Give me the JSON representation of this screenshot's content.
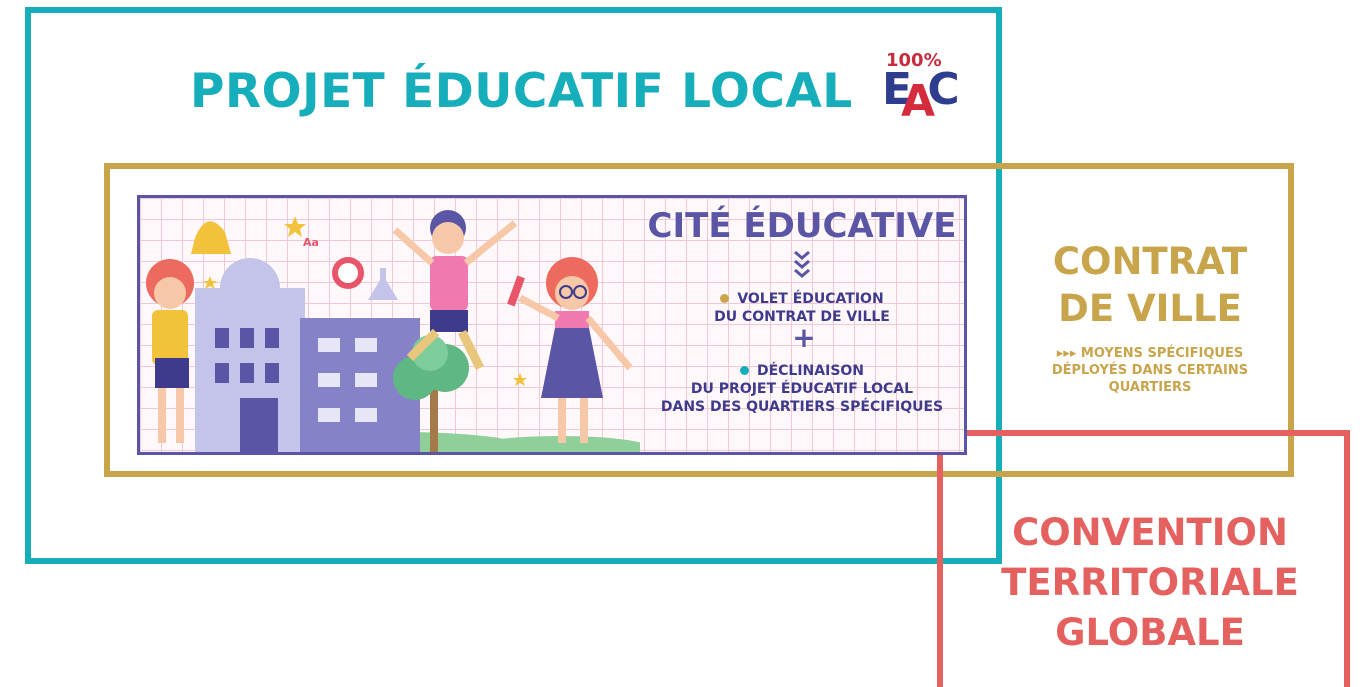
{
  "projet_educatif_local": {
    "title": "PROJET ÉDUCATIF LOCAL",
    "color": "#17aebc"
  },
  "logo": {
    "percent": "100%",
    "letters": "E C",
    "accent_letter": "A",
    "colors": {
      "blue": "#2f3d8f",
      "red": "#d42b3d"
    }
  },
  "contrat_de_ville": {
    "title_line1": "CONTRAT",
    "title_line2": "DE VILLE",
    "subtitle_line1": "▸▸▸ MOYENS SPÉCIFIQUES",
    "subtitle_line2": "DÉPLOYÉS DANS CERTAINS",
    "subtitle_line3": "QUARTIERS",
    "color": "#c8a44a"
  },
  "convention_territoriale_globale": {
    "line1": "CONVENTION",
    "line2": "TERRITORIALE",
    "line3": "GLOBALE",
    "color": "#e4615f"
  },
  "cite_educative": {
    "title": "CITÉ ÉDUCATIVE",
    "item1_line1": "VOLET ÉDUCATION",
    "item1_line2": "DU CONTRAT DE VILLE",
    "plus": "+",
    "item2_line1": "DÉCLINAISON",
    "item2_line2": "DU PROJET ÉDUCATIF LOCAL",
    "item2_line3": "DANS DES QUARTIERS SPÉCIFIQUES",
    "illustration_label": "Aa",
    "color": "#5a55a4"
  }
}
